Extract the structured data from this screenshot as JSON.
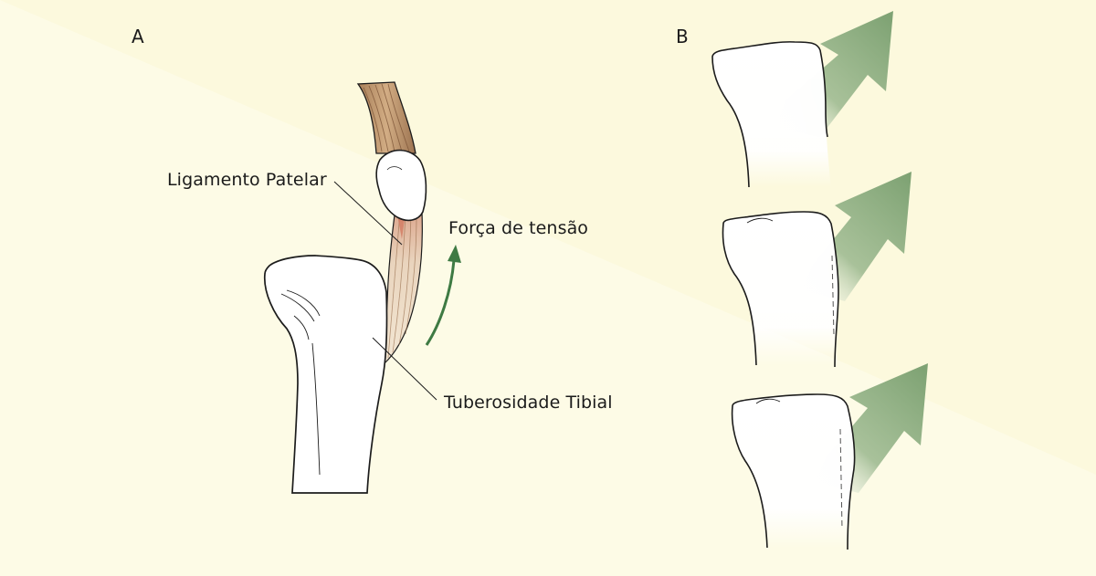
{
  "panels": {
    "a": {
      "letter": "A"
    },
    "b": {
      "letter": "B"
    }
  },
  "labels": {
    "patellar_ligament": "Ligamento Patelar",
    "tension_force": "Força de tensão",
    "tibial_tuberosity": "Tuberosidade Tibial"
  },
  "colors": {
    "background": "#fdfbe6",
    "band": "#fbf7d8",
    "bone_fill": "#ffffff",
    "outline": "#1c1c1c",
    "tendon": "#c8a27a",
    "tendon_dark": "#8a6040",
    "tendon_red": "#d78a76",
    "force_arrow": "#3e7a43",
    "big_arrow": "#7fa374"
  }
}
